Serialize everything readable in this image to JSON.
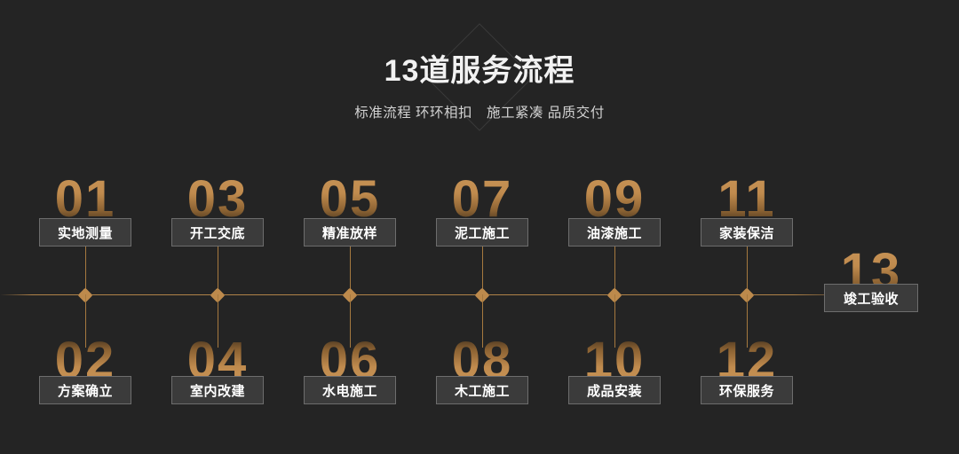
{
  "header": {
    "title": "13道服务流程",
    "subtitle": "标准流程 环环相扣　施工紧凑 品质交付"
  },
  "theme": {
    "background": "#242424",
    "gold": "#c08b4e",
    "line": "#a6793f",
    "card_bg": "#3b3b3b",
    "card_border": "#6d6d6d",
    "text": "#ffffff"
  },
  "steps": [
    {
      "number": "01",
      "label": "实地测量",
      "row": "top"
    },
    {
      "number": "02",
      "label": "方案确立",
      "row": "bottom"
    },
    {
      "number": "03",
      "label": "开工交底",
      "row": "top"
    },
    {
      "number": "04",
      "label": "室内改建",
      "row": "bottom"
    },
    {
      "number": "05",
      "label": "精准放样",
      "row": "top"
    },
    {
      "number": "06",
      "label": "水电施工",
      "row": "bottom"
    },
    {
      "number": "07",
      "label": "泥工施工",
      "row": "top"
    },
    {
      "number": "08",
      "label": "木工施工",
      "row": "bottom"
    },
    {
      "number": "09",
      "label": "油漆施工",
      "row": "top"
    },
    {
      "number": "10",
      "label": "成品安装",
      "row": "bottom"
    },
    {
      "number": "11",
      "label": "家装保洁",
      "row": "top"
    },
    {
      "number": "12",
      "label": "环保服务",
      "row": "bottom"
    },
    {
      "number": "13",
      "label": "竣工验收",
      "row": "end"
    }
  ]
}
